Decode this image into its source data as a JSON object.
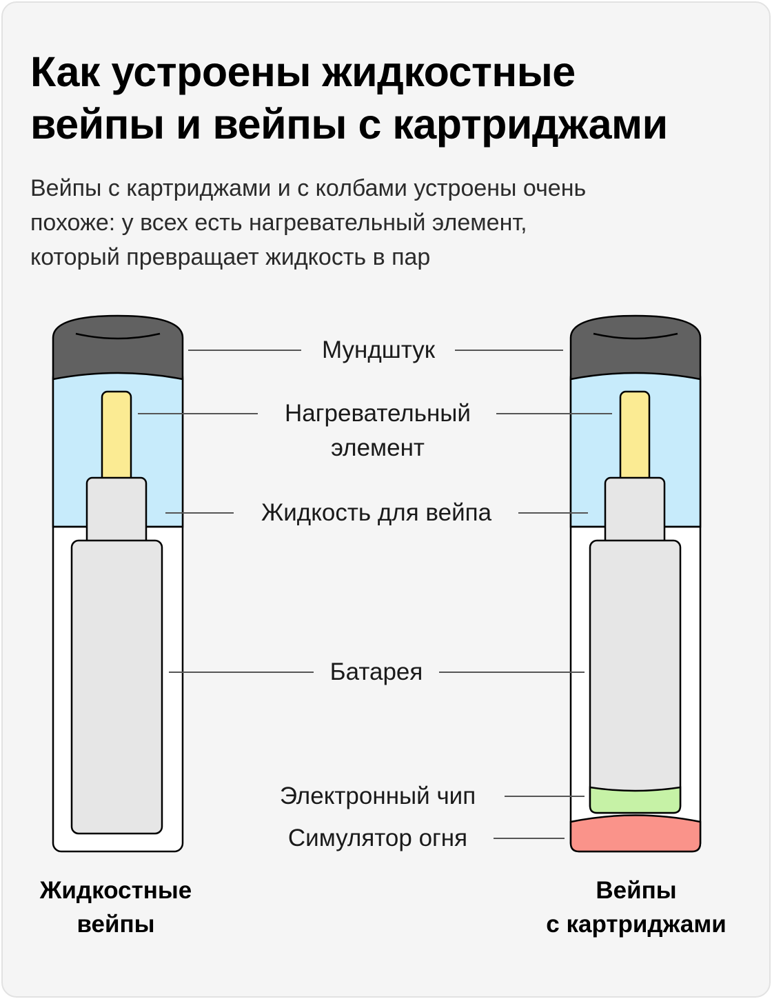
{
  "title": {
    "line1": "Как устроены жидкостные",
    "line2": "вейпы и вейпы с картриджами"
  },
  "subtitle": {
    "line1": "Вейпы с картриджами и с колбами устроены очень",
    "line2": "похоже: у всех есть нагревательный элемент,",
    "line3": "который превращает жидкость в пар"
  },
  "labels": {
    "mouthpiece": "Мундштук",
    "heating_line1": "Нагревательный",
    "heating_line2": "элемент",
    "liquid": "Жидкость для вейпа",
    "battery": "Батарея",
    "chip": "Электронный чип",
    "fire_simulator": "Симулятор огня"
  },
  "captions": {
    "left_line1": "Жидкостные",
    "left_line2": "вейпы",
    "right_line1": "Вейпы",
    "right_line2": "с картриджами"
  },
  "colors": {
    "mouthpiece": "#616161",
    "liquid": "#c7ebfb",
    "heating_element": "#fbeb93",
    "battery": "#e6e6e6",
    "chip": "#c6f2a6",
    "fire_simulator": "#fa938a",
    "outline": "#000000",
    "leader_line": "#555555"
  }
}
